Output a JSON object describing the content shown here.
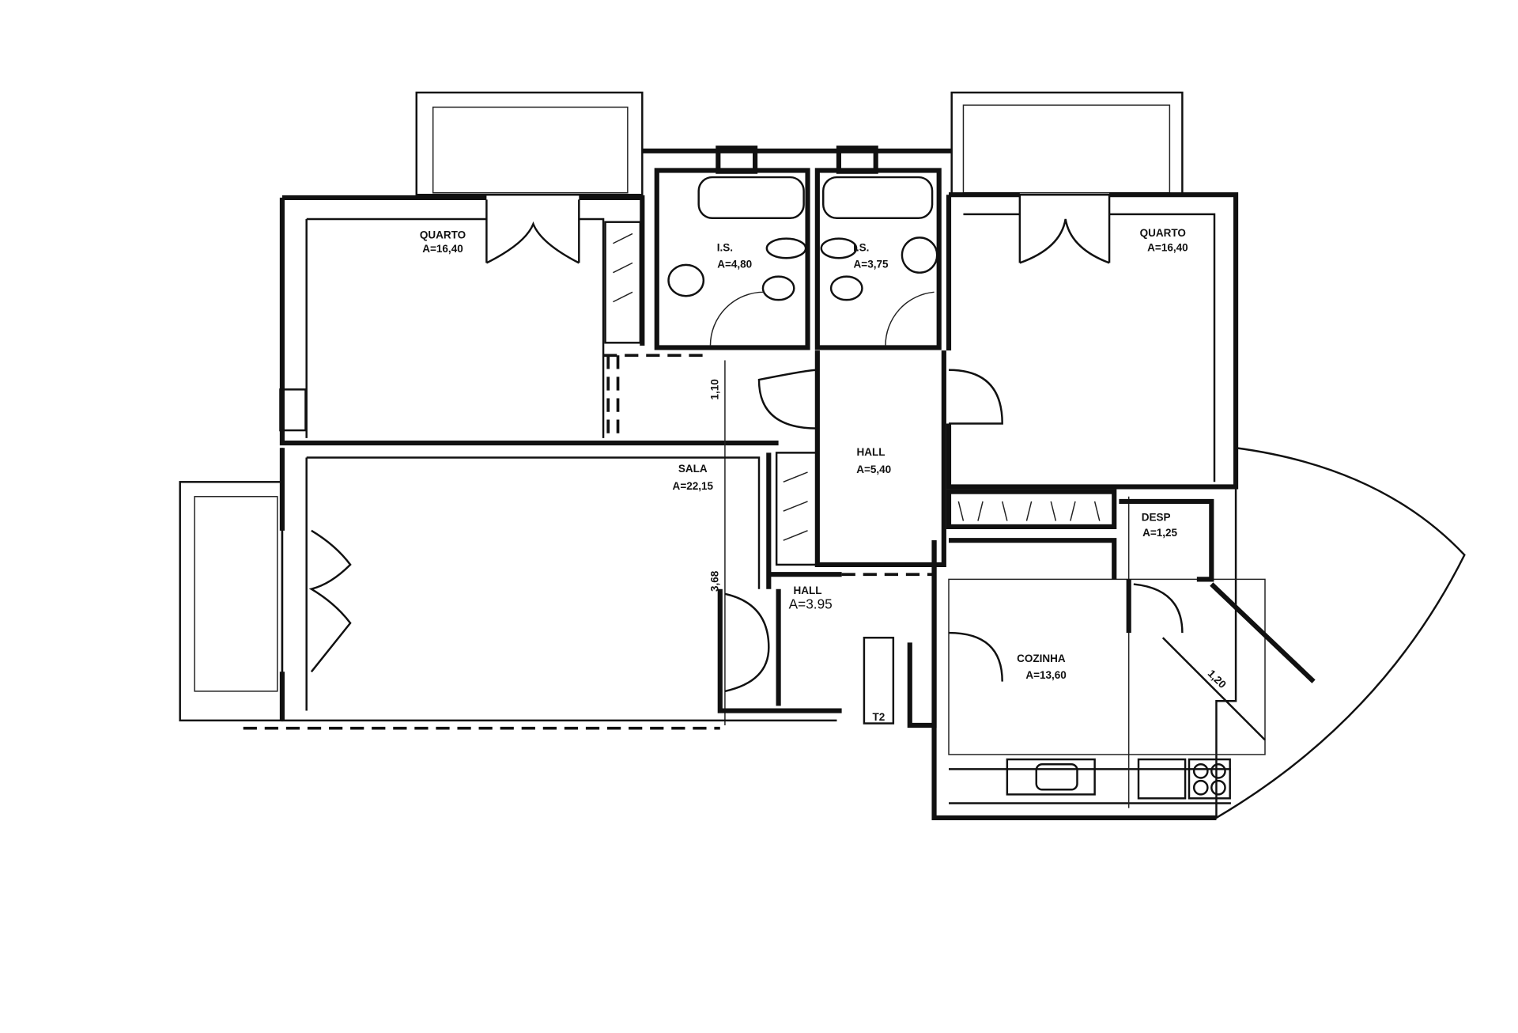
{
  "plan": {
    "rooms": [
      {
        "id": "quarto-left",
        "name": "QUARTO",
        "area": "A=16,40"
      },
      {
        "id": "is-left",
        "name": "I.S.",
        "area": "A=4,80"
      },
      {
        "id": "is-right",
        "name": "I.S.",
        "area": "A=3,75"
      },
      {
        "id": "quarto-right",
        "name": "QUARTO",
        "area": "A=16,40"
      },
      {
        "id": "sala",
        "name": "SALA",
        "area": "A=22,15"
      },
      {
        "id": "hall-main",
        "name": "HALL",
        "area": "A=5,40"
      },
      {
        "id": "hall-entry",
        "name": "HALL",
        "area": "A=3.95"
      },
      {
        "id": "desp",
        "name": "DESP",
        "area": "A=1,25"
      },
      {
        "id": "cozinha",
        "name": "COZINHA",
        "area": "A=13,60"
      }
    ],
    "dimensions": [
      "1,10",
      "3,68",
      "1,20",
      "T2"
    ],
    "colors": {
      "line": "#111111",
      "background": "#ffffff"
    }
  }
}
